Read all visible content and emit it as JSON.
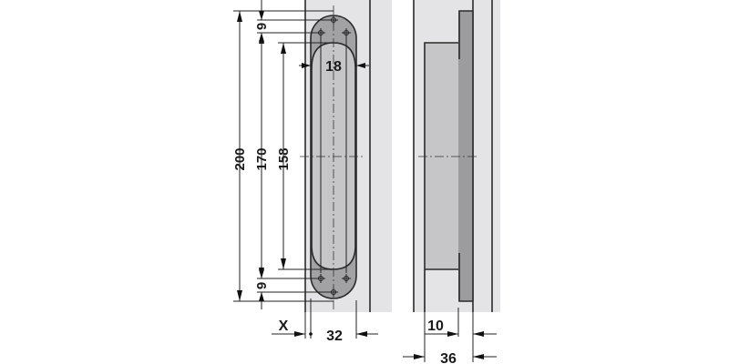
{
  "diagram": {
    "type": "technical-drawing",
    "subject": "concealed hinge dimension drawing",
    "views": [
      "front-view",
      "side-view"
    ],
    "colors": {
      "frame_light": "#e4e4e6",
      "body_mid": "#c6c6c8",
      "cap_dark": "#a2a2a4",
      "plate_dark": "#9c9c9e",
      "line": "#222222",
      "background": "#ffffff"
    },
    "front_view": {
      "dimensions": {
        "total_height": "200",
        "hole_spacing": "170",
        "body_height": "158",
        "top_offset": "9",
        "bottom_offset": "9",
        "width_inner": "18",
        "width_outer": "32",
        "offset_x": "X"
      }
    },
    "side_view": {
      "dimensions": {
        "depth_plate": "10",
        "depth_total": "36"
      }
    }
  }
}
